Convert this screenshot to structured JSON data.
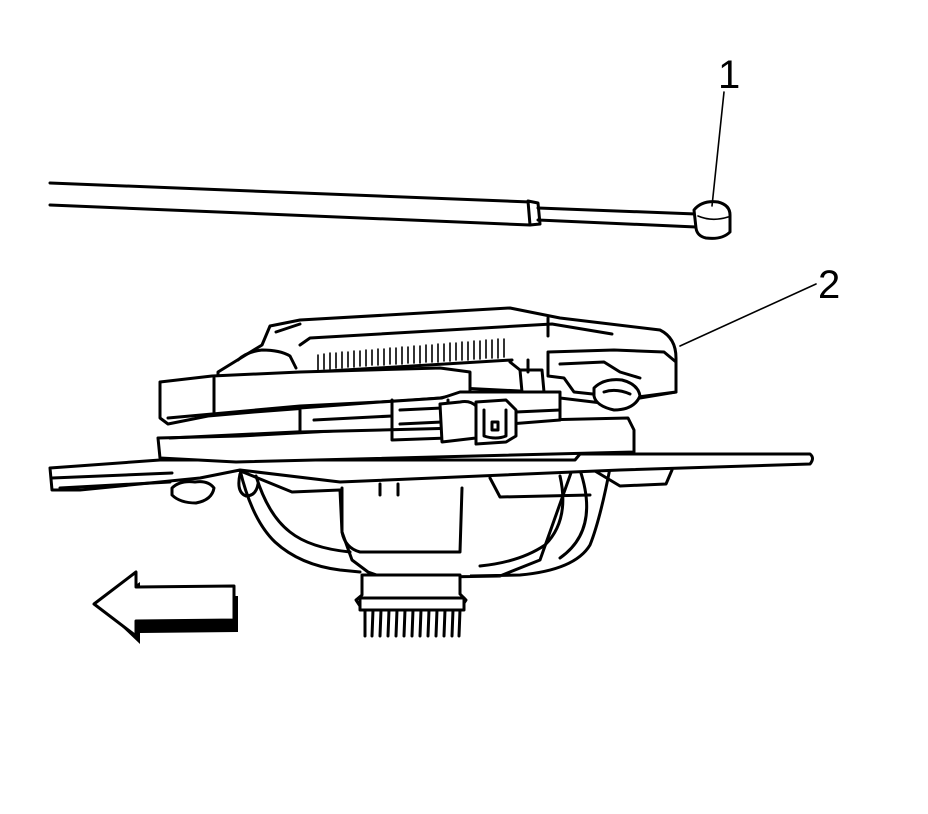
{
  "callouts": [
    {
      "number": "1",
      "part": "cable"
    },
    {
      "number": "2",
      "part": "assembly"
    }
  ],
  "arrow": {
    "direction": "left"
  }
}
